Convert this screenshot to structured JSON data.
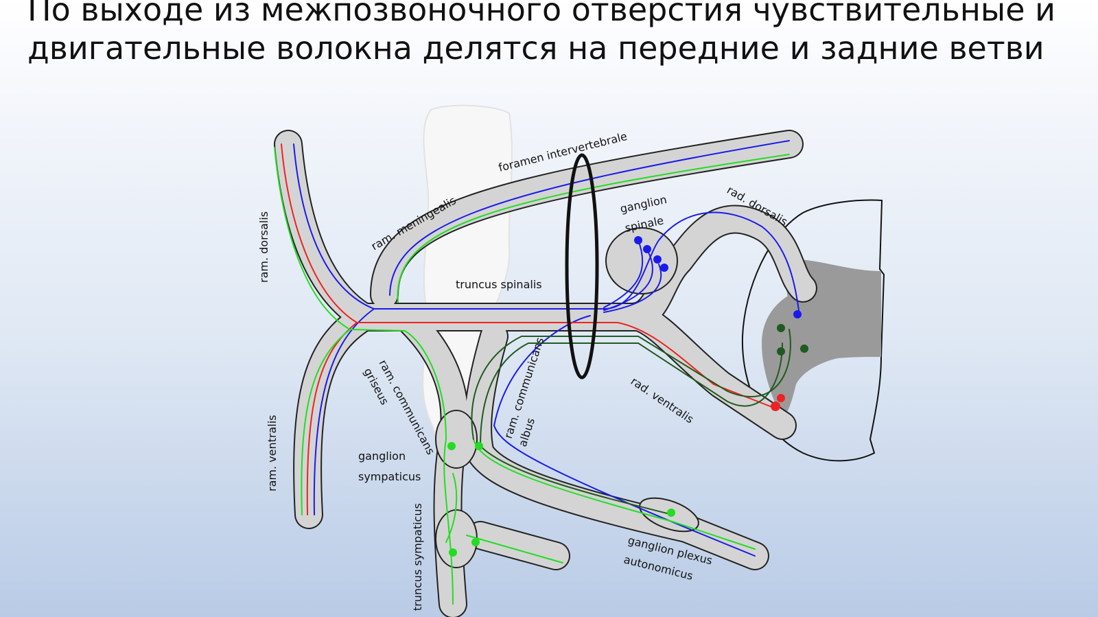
{
  "slide": {
    "title": "По выходе из межпозвоночного отверстия чувствительные и двигательные волокна делятся на передние и задние ветви"
  },
  "diagram": {
    "labels": {
      "foramen": "foramen intervertebrale",
      "meningealis": "ram. meningealis",
      "ganglion_spinale_1": "ganglion",
      "ganglion_spinale_2": "spinale",
      "rad_dorsalis": "rad. dorsalis",
      "ram_dorsalis": "ram. dorsalis",
      "truncus_spinalis": "truncus spinalis",
      "ram_comm_griseus_1": "ram. communicans",
      "ram_comm_griseus_2": "griseus",
      "ram_comm_albus_1": "ram. communicans",
      "ram_comm_albus_2": "albus",
      "rad_ventralis": "rad. ventralis",
      "ram_ventralis": "ram. ventralis",
      "ganglion_sympaticus_1": "ganglion",
      "ganglion_sympaticus_2": "sympaticus",
      "truncus_sympaticus": "truncus sympaticus",
      "ganglion_plexus_1": "ganglion plexus",
      "ganglion_plexus_2": "autonomicus"
    },
    "colors": {
      "sensory": "#1a1aee",
      "motor": "#ee2222",
      "autonomic": "#22dd22",
      "preganglionic": "#1f5a1f",
      "nerve_fill": "#d4d4d4",
      "gray_matter": "#9a9a9a"
    }
  }
}
